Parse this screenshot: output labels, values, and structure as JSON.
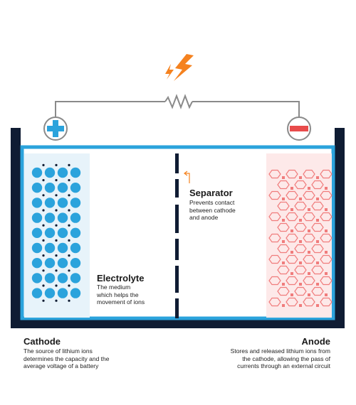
{
  "labels": {
    "separator": {
      "title": "Separator",
      "desc": [
        "Prevents contact",
        "between cathode",
        "and anode"
      ]
    },
    "electrolyte": {
      "title": "Electrolyte",
      "desc": [
        "The medium",
        "which helps the",
        "movement of ions"
      ]
    },
    "cathode": {
      "title": "Cathode",
      "desc": [
        "The source of lithium ions",
        "determines the capacity and the",
        "average voltage of a battery"
      ]
    },
    "anode": {
      "title": "Anode",
      "desc": [
        "Stores and released lithium ions from",
        "the cathode, allowing the pass of",
        "currents through an external circuit"
      ]
    }
  },
  "colors": {
    "frame": "#0f1c33",
    "electrolyte_border": "#2ba3dc",
    "ion": "#2ba3dc",
    "cathode_bg": "#e7f3fa",
    "anode_bg": "#fde9e9",
    "anode_lattice": "#f07c7c",
    "lightning": "#f5821f",
    "positive": "#2ba3dc",
    "negative": "#e84b4b",
    "wire": "#8a8a8a"
  },
  "icons": [
    "lightning-icon",
    "resistor-icon",
    "plus-icon",
    "minus-icon",
    "separator-arrow-icon"
  ]
}
